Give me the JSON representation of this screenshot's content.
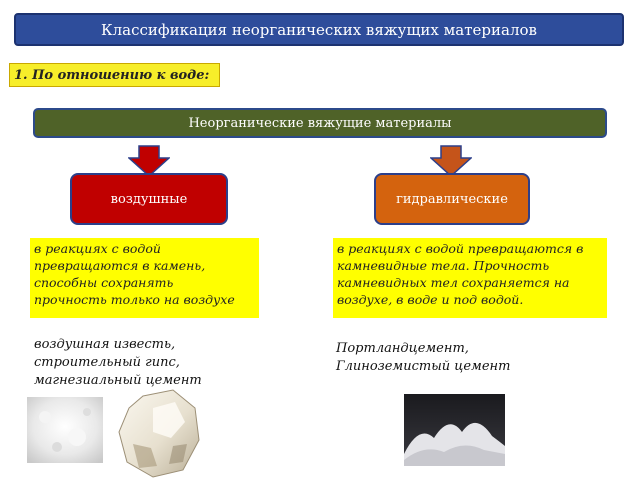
{
  "header": {
    "title": "Классификация неорганических вяжущих материалов"
  },
  "section": {
    "label": "1. По отношению к воде:"
  },
  "main": {
    "label": "Неорганические вяжущие материалы"
  },
  "categories": [
    {
      "label": "воздушные",
      "color": "#c00000",
      "arrow_color": "#c00000",
      "description": [
        "в реакциях с водой",
        "превращаются в камень,",
        "способны сохранять",
        "прочность только на воздухе"
      ],
      "examples": [
        "воздушная известь,",
        "строительный гипс,",
        "магнезиальный цемент"
      ]
    },
    {
      "label": "гидравлические",
      "color": "#d4630e",
      "arrow_color": "#c5541a",
      "description": [
        "в реакциях с водой превращаются в",
        "камневидные тела. Прочность",
        "камневидных тел сохраняется на",
        "воздухе, в воде и под водой."
      ],
      "examples": [
        "Портландцемент,",
        "Глиноземистый цемент"
      ]
    }
  ],
  "images": [
    "white-powder-photo",
    "gypsum-rock-photo",
    "cement-powder-photo"
  ],
  "colors": {
    "title_bg": "#2e4d9b",
    "main_bg": "#4f6228",
    "highlight": "#ffff00"
  }
}
